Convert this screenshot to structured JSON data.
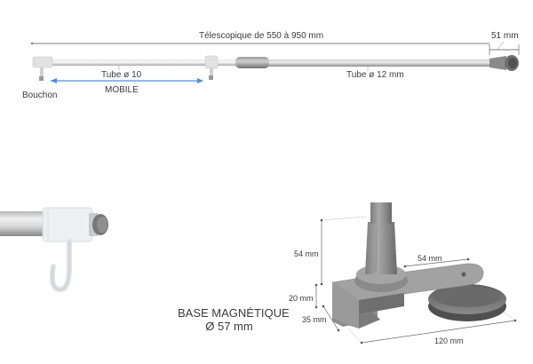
{
  "top_diagram": {
    "total_length_label": "Télescopique de 550 à 950 mm",
    "end_length_label": "51 mm",
    "tube_small_label": "Tube ø 10",
    "tube_large_label": "Tube ø 12 mm",
    "mobile_label": "MOBILE",
    "bouchon_label": "Bouchon",
    "arrow_color": "#4a90d9"
  },
  "base_diagram": {
    "title": "BASE MAGNÉTIQUE",
    "diameter": "Ø 57 mm",
    "dimensions": {
      "column_height": "54 mm",
      "plate_length": "54 mm",
      "clip_height": "20 mm",
      "clip_depth": "35 mm",
      "total_length": "120 mm"
    }
  }
}
